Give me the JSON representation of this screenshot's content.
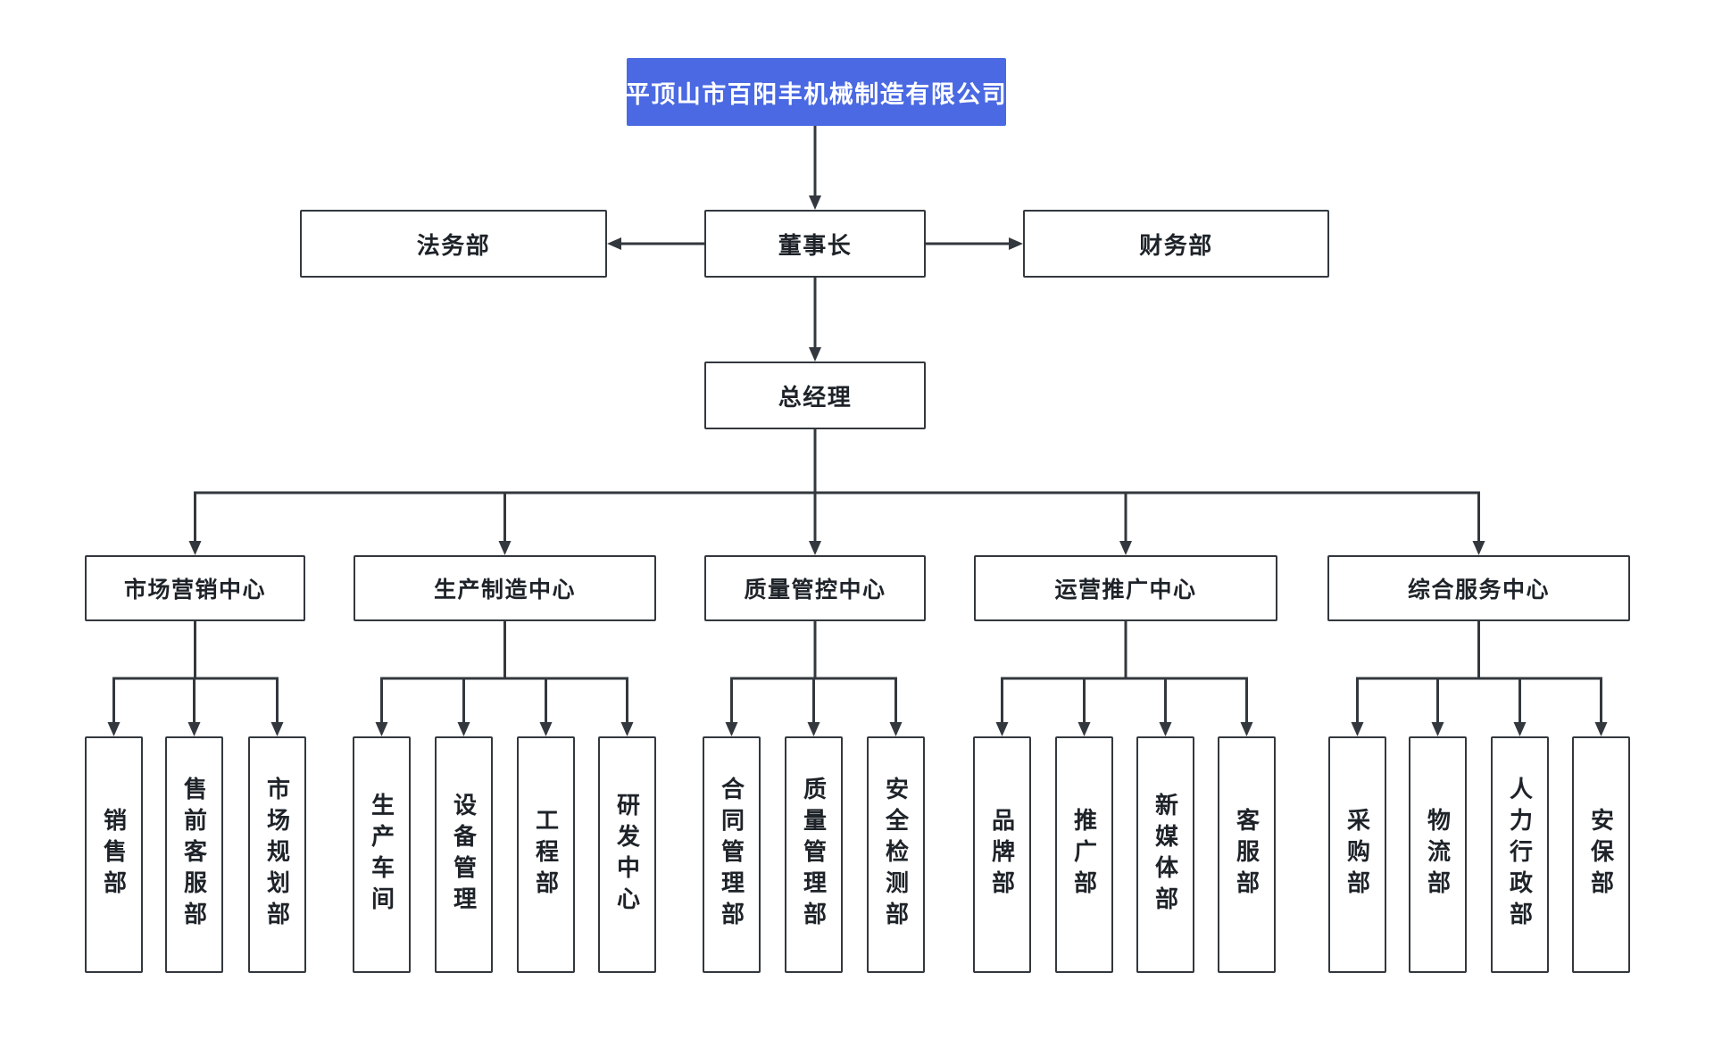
{
  "page": {
    "background": "#ffffff"
  },
  "colors": {
    "accent_blue": "#4a69e2",
    "line": "#33383e",
    "box_border": "#33383e",
    "text": "#1e2329",
    "root_text": "#ffffff"
  },
  "org": {
    "company": {
      "id": "company",
      "label": "平顶山市百阳丰机械制造有限公司"
    },
    "chairman": {
      "id": "chairman",
      "label": "董事长"
    },
    "legal": {
      "id": "legal",
      "label": "法务部"
    },
    "finance": {
      "id": "finance",
      "label": "财务部"
    },
    "gm": {
      "id": "gm",
      "label": "总经理"
    },
    "centers": [
      {
        "id": "marketing",
        "label": "市场营销中心",
        "departments": [
          "销售部",
          "售前客服部",
          "市场规划部"
        ]
      },
      {
        "id": "production",
        "label": "生产制造中心",
        "departments": [
          "生产车间",
          "设备管理",
          "工程部",
          "研发中心"
        ]
      },
      {
        "id": "quality",
        "label": "质量管控中心",
        "departments": [
          "合同管理部",
          "质量管理部",
          "安全检测部"
        ]
      },
      {
        "id": "operations",
        "label": "运营推广中心",
        "departments": [
          "品牌部",
          "推广部",
          "新媒体部",
          "客服部"
        ]
      },
      {
        "id": "services",
        "label": "综合服务中心",
        "departments": [
          "采购部",
          "物流部",
          "人力行政部",
          "安保部"
        ]
      }
    ]
  }
}
